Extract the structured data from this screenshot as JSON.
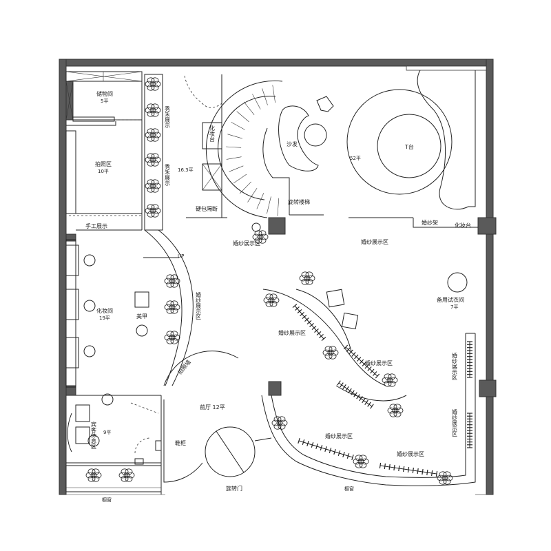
{
  "rooms": {
    "storage": "储物间",
    "storage_area": "5平",
    "photo": "拍照区",
    "photo_area": "10平",
    "handcraft": "手工展示",
    "makeup_room": "化妆间",
    "makeup_room_area": "19平",
    "manicure": "美甲",
    "guest_lounge": "宾客休息区",
    "guest_lounge_area": "9平",
    "show_window_left": "橱窗",
    "xiuhe_1": "秀禾展示",
    "xiuhe_2": "秀禾展示",
    "xiuhe_area": "16.3平",
    "vanity_1": "化妆台",
    "soft_partition": "硬包隔断",
    "sofa": "沙发",
    "spiral_stairs": "旋转楼梯",
    "t_stage": "T台",
    "t_stage_area": "52平",
    "dress_rack": "婚纱架",
    "vanity_2": "化妆台",
    "wedding_display_1": "婚纱展示区",
    "wedding_display_2": "婚纱展示区",
    "wedding_display_3": "婚纱展示区",
    "wedding_display_4": "婚纱展示区",
    "wedding_display_5": "婚纱展示区",
    "wedding_display_6": "婚纱展示区",
    "wedding_display_7": "婚纱展示区",
    "wedding_display_8": "婚纱展示区",
    "fitting_room": "备用试衣间",
    "fitting_room_area": "7平",
    "photo_wall": "拍照墙",
    "foyer": "前厅 12平",
    "shoe_cabinet": "鞋柜",
    "revolving_door": "旋转门",
    "show_window_bottom": "橱窗",
    "up_mark": "UP"
  }
}
